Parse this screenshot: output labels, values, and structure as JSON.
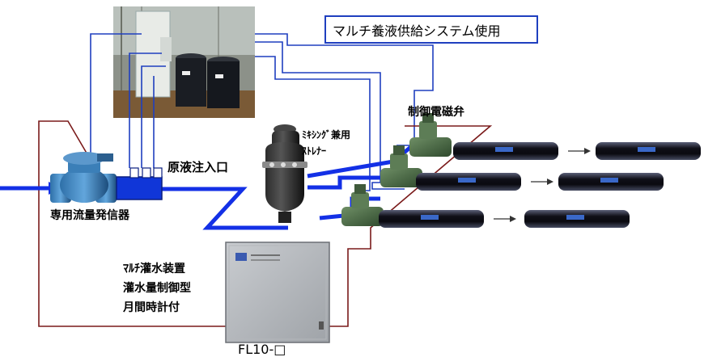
{
  "title": "マルチ養液供給システム使用",
  "labels": {
    "flow_meter": "専用流量発信器",
    "raw_liquid_inlet": "原液注入口",
    "strainer_line1": "ﾐｷｼﾝｸﾞ兼用",
    "strainer_line2": "ｽﾄﾚﾅｰ",
    "solenoid_valve": "制御電磁弁",
    "controller_line1": "ﾏﾙﾁ灌水装置",
    "controller_line2": "灌水量制御型",
    "controller_line3": "月間時計付",
    "model": "FL10-□"
  },
  "colors": {
    "pipe": "#1330e6",
    "signal_wire": "#7a1a1a",
    "valve": "#4c6e4a",
    "hose": "#1a1a2a"
  }
}
